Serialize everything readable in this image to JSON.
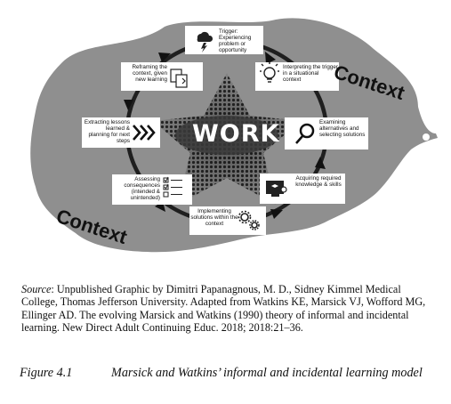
{
  "diagram": {
    "center_label": "WORK",
    "context_labels": [
      "Context",
      "Context"
    ],
    "steps": [
      {
        "id": "trigger",
        "text": "Trigger: Experiencing problem or opportunity",
        "icon": "storm-cloud-icon"
      },
      {
        "id": "interpret",
        "text": "Interpreting the trigger in a situational context",
        "icon": "lightbulb-icon"
      },
      {
        "id": "examine",
        "text": "Examining alternatives and selecting solutions",
        "icon": "magnifier-icon"
      },
      {
        "id": "acquire",
        "text": "Acquiring required knowledge & skills",
        "icon": "learning-screen-icon"
      },
      {
        "id": "implement",
        "text": "Implementing solutions within the context",
        "icon": "gears-icon"
      },
      {
        "id": "assess",
        "text": "Assessing consequences (intended & unintended)",
        "icon": "checklist-icon"
      },
      {
        "id": "extract",
        "text": "Extracting lessons learned & planning for next steps",
        "icon": "forward-chevrons-icon"
      },
      {
        "id": "reframe",
        "text": "Reframing the context, given new learning",
        "icon": "documents-icon"
      }
    ]
  },
  "caption": {
    "source_label": "Source",
    "source_text": ": Unpublished Graphic by Dimitri Papanagnous, M. D., Sidney Kimmel Medical College, Thomas Jefferson University. Adapted from Watkins KE, Marsick VJ, Wofford MG, Ellinger AD. The evolving Marsick and Watkins (1990) theory of informal and incidental learning. New Direct Adult Continuing Educ. 2018; 2018:21–36.",
    "figure_number": "Figure 4.1",
    "figure_title": "Marsick and Watkins’ informal and incidental learning model"
  }
}
